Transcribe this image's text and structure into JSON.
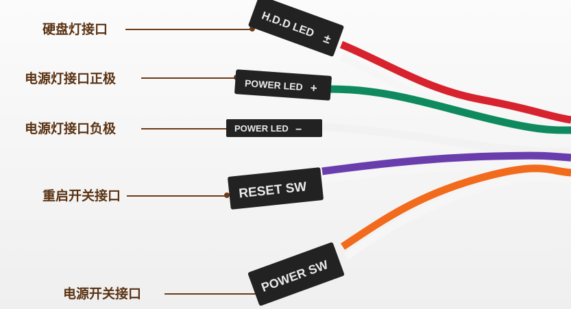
{
  "labels": {
    "hdd_led": "硬盘灯接口",
    "power_led_pos": "电源灯接口正极",
    "power_led_neg": "电源灯接口负极",
    "reset_sw": "重启开关接口",
    "power_sw": "电源开关接口"
  },
  "connectors": {
    "hdd_led": "H.D.D LED",
    "hdd_sign": "±",
    "power_led_pos": "POWER LED",
    "power_led_pos_sign": "+",
    "power_led_neg": "POWER LED",
    "power_led_neg_sign": "−",
    "reset_sw": "RESET SW",
    "power_sw": "POWER SW"
  },
  "colors": {
    "label_text": "#5a3212",
    "wire_red": "#d7232e",
    "wire_green": "#0f8a5f",
    "wire_purple": "#6a3dad",
    "wire_orange": "#f26a1b",
    "wire_white": "#f6f6f6",
    "connector": "#222222"
  }
}
